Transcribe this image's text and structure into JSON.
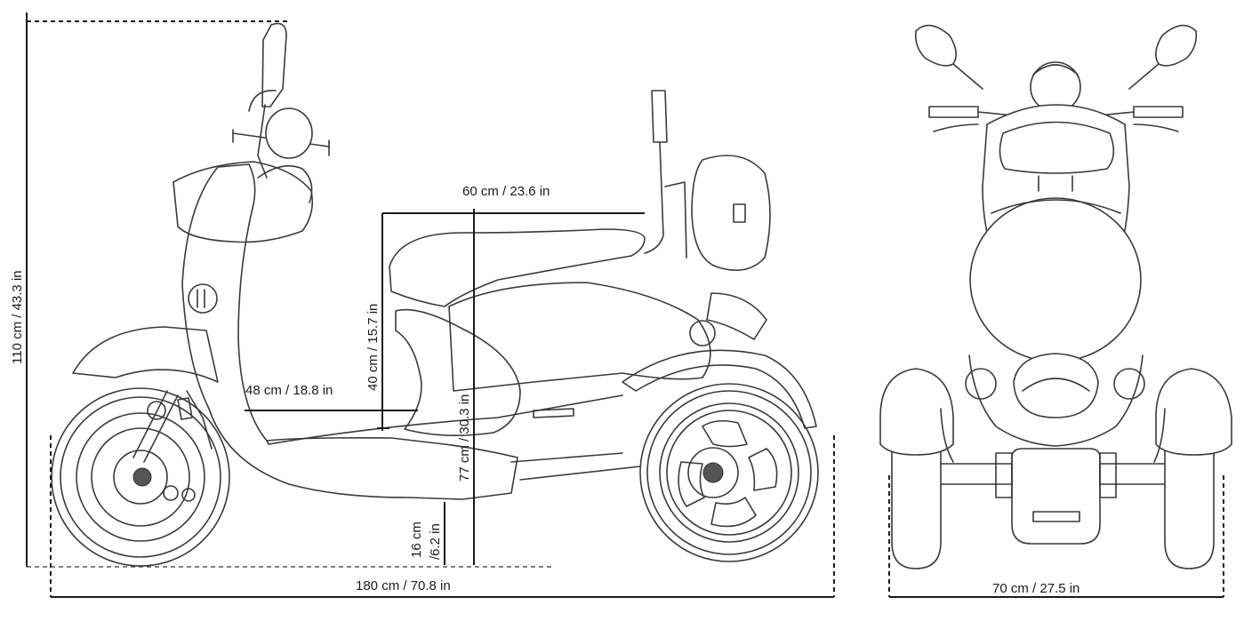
{
  "dimensions": {
    "overall_height": "110 cm / 43.3 in",
    "seat_length": "60 cm / 23.6 in",
    "seat_to_floor": "40 cm / 15.7 in",
    "floor_length": "48 cm / 18.8 in",
    "seat_height": "77 cm / 30.3 in",
    "ground_clearance_a": "16 cm",
    "ground_clearance_b": "/6.2 in",
    "overall_length": "180 cm / 70.8 in",
    "overall_width": "70 cm / 27.5 in"
  },
  "colors": {
    "line": "#3a3a3a",
    "dimension": "#1b1b1b",
    "hub": "#555555"
  }
}
